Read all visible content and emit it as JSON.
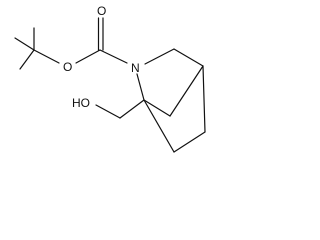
{
  "molecule": {
    "atom_labels": {
      "carbonyl_oxygen": "O",
      "ester_oxygen": "O",
      "ring_nitrogen": "N",
      "hydroxyl": "HO"
    }
  }
}
